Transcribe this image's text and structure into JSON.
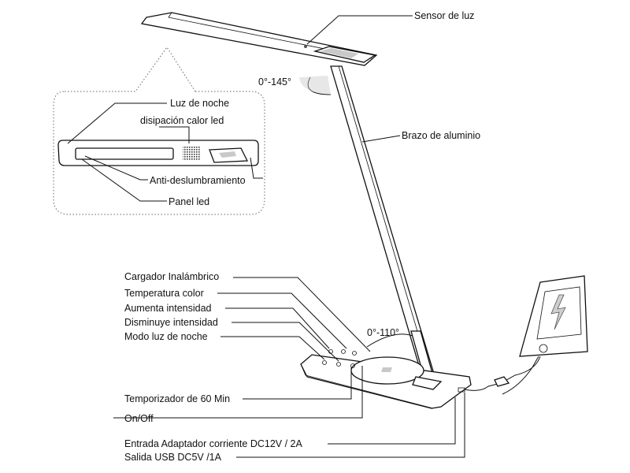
{
  "labels": {
    "light_sensor": "Sensor de luz",
    "head_angle": "0°-145°",
    "aluminum_arm": "Brazo de aluminio",
    "night_light": "Luz de noche",
    "heat_dissipation": "disipación calor led",
    "anti_glare": "Anti-deslumbramiento",
    "led_panel": "Panel led",
    "wireless_charger": "Cargador Inalámbrico",
    "color_temperature": "Temperatura color",
    "increase_brightness": "Aumenta intensidad",
    "decrease_brightness": "Disminuye intensidad",
    "night_mode": "Modo luz de noche",
    "base_angle": "0°-110°",
    "timer": "Temporizador de 60 Min",
    "on_off": "On/Off",
    "power_input": "Entrada Adaptador corriente DC12V / 2A",
    "usb_output": "Salida USB DC5V /1A"
  },
  "colors": {
    "line": "#111111",
    "shade": "#c9c9c9",
    "background": "#ffffff"
  },
  "icons": [
    "lightning-icon",
    "power-icon"
  ]
}
